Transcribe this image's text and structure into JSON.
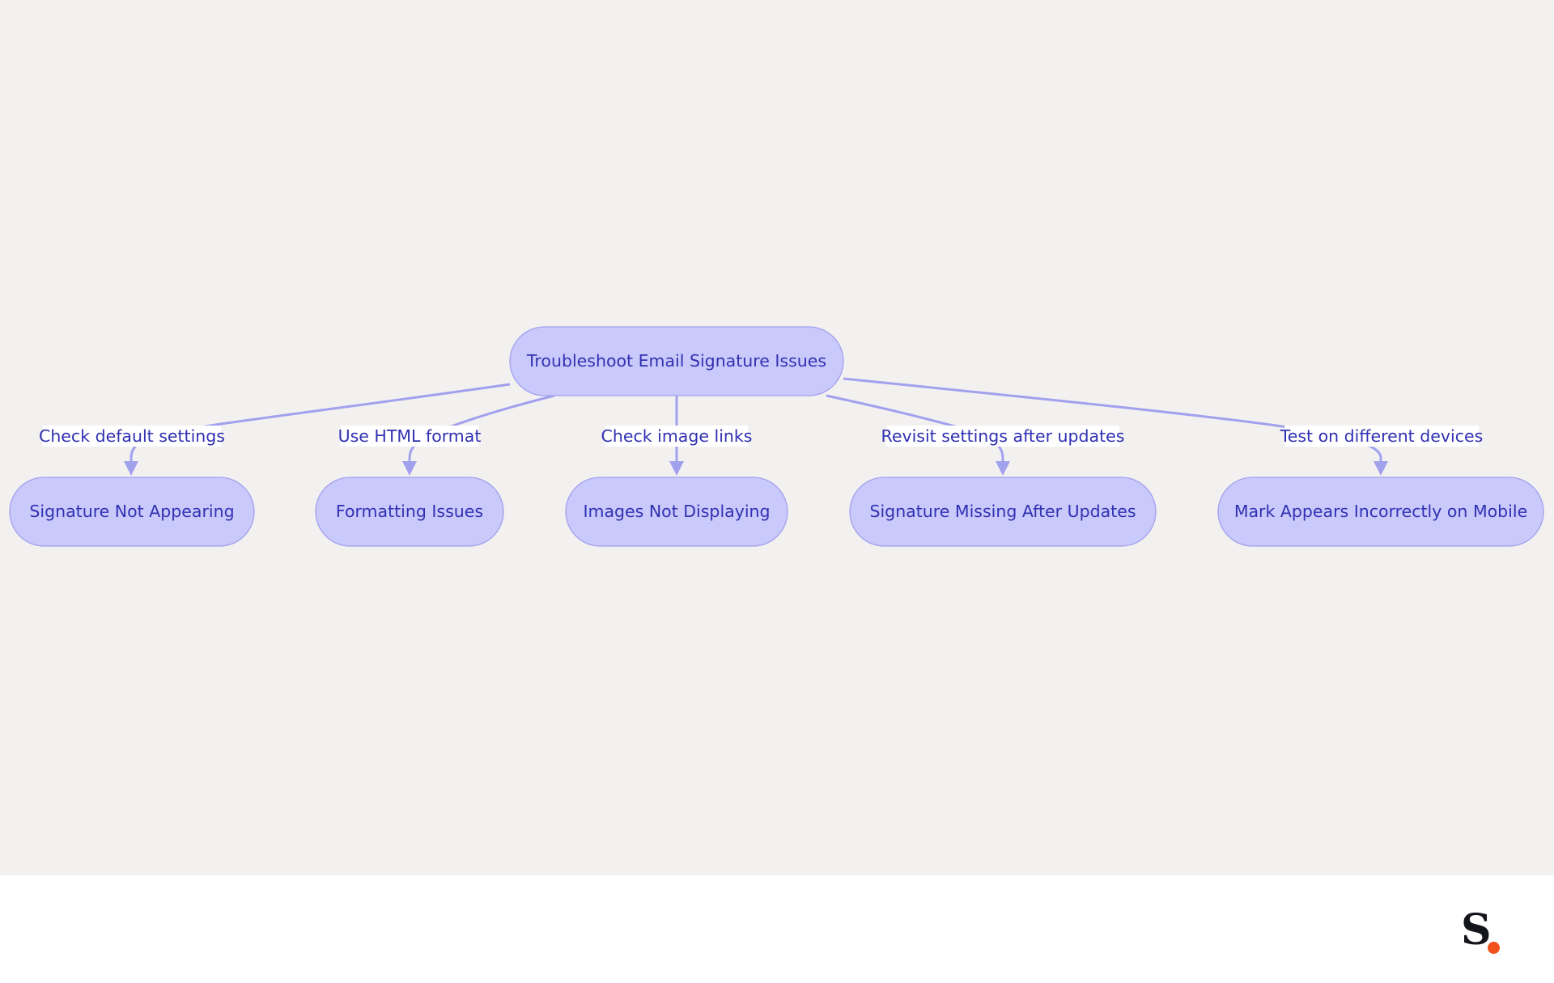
{
  "diagram": {
    "root": {
      "label": "Troubleshoot Email Signature Issues"
    },
    "children": [
      {
        "label": "Signature Not Appearing",
        "edge_label": "Check default settings"
      },
      {
        "label": "Formatting Issues",
        "edge_label": "Use HTML format"
      },
      {
        "label": "Images Not Displaying",
        "edge_label": "Check image links"
      },
      {
        "label": "Signature Missing After Updates",
        "edge_label": "Revisit settings after updates"
      },
      {
        "label": "Mark Appears Incorrectly on Mobile",
        "edge_label": "Test on different devices"
      }
    ]
  },
  "footer": {
    "logo_text": "S"
  },
  "colors": {
    "canvas_bg": "#f3f1f0",
    "node_fill": "#c9c9fb",
    "node_stroke": "#a1a1ee",
    "text": "#3131b3",
    "edge": "#a1a1ee",
    "logo_dot": "#f2511b"
  }
}
